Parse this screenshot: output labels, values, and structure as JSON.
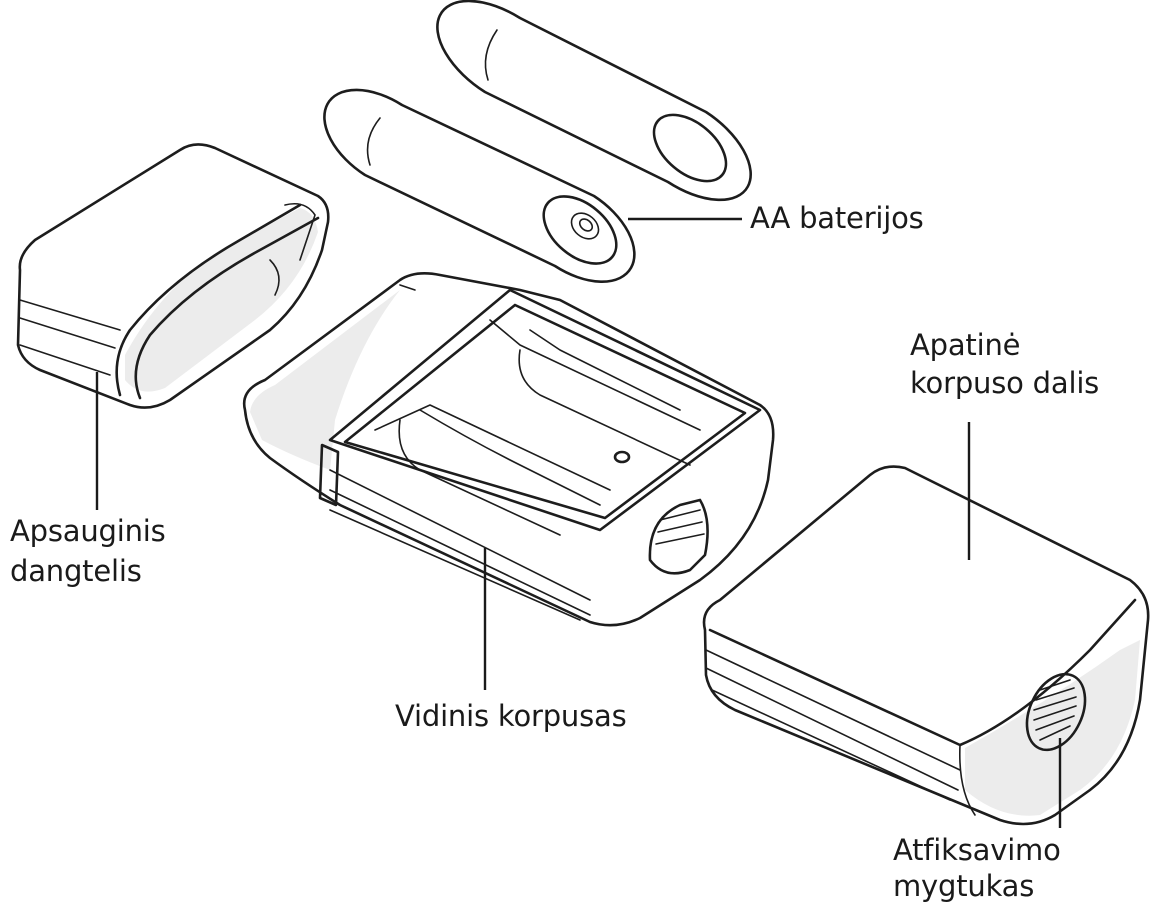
{
  "labels": {
    "batteries": "AA baterijos",
    "bottom_housing_line1": "Apatinė",
    "bottom_housing_line2": "korpuso dalis",
    "protective_cap_line1": "Apsauginis",
    "protective_cap_line2": "dangtelis",
    "inner_housing": "Vidinis korpusas",
    "release_button_line1": "Atfiksavimo",
    "release_button_line2": "mygtukas"
  },
  "colors": {
    "stroke": "#1d1d1d",
    "text": "#1a1a1a",
    "background": "#ffffff",
    "shade": "#ececec"
  }
}
